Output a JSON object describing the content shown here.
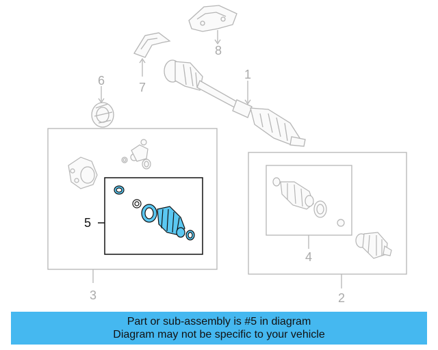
{
  "callouts": {
    "c1": "1",
    "c2": "2",
    "c3": "3",
    "c4": "4",
    "c5": "5",
    "c6": "6",
    "c7": "7",
    "c8": "8"
  },
  "banner": {
    "line1": "Part or sub-assembly is #5 in diagram",
    "line2": "Diagram may not be specific to your vehicle"
  },
  "colors": {
    "banner_bg": "#45b8f0",
    "highlight_part": "#5bc8f2",
    "ghost_line": "#b5b5b5",
    "frame_dark": "#111111"
  }
}
